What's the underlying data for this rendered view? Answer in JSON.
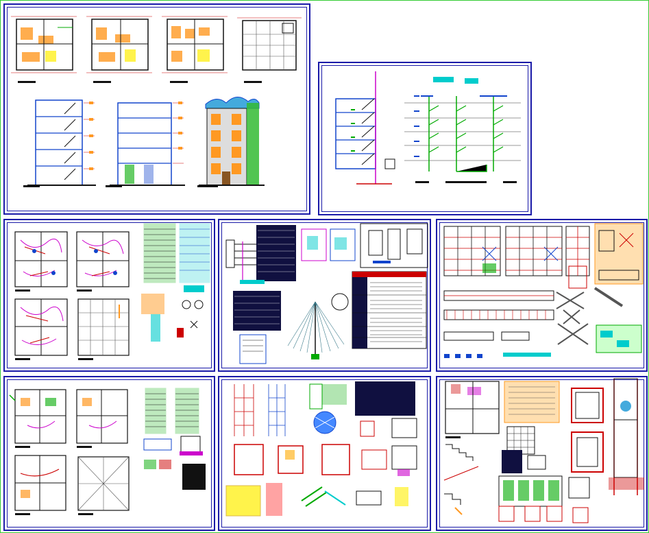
{
  "canvas": {
    "background": "#ffffff",
    "outer_border_color": "#33cc33"
  },
  "palette": {
    "sheet_border": "#1a1aa8",
    "wall": "#111111",
    "furniture": "#ff9922",
    "dimension": "#cc0000",
    "pipe_green": "#00aa00",
    "pipe_blue": "#1144cc",
    "magenta": "#cc00cc",
    "yellow": "#ffee00",
    "cyan": "#00cccc",
    "navy_table": "#101040"
  },
  "sheets": [
    {
      "id": "architecture-plans-sections"
    },
    {
      "id": "sanitary-riser-diagram"
    },
    {
      "id": "electrical-plans"
    },
    {
      "id": "electrical-schematic-details"
    },
    {
      "id": "structural-framing"
    },
    {
      "id": "sanitary-plans"
    },
    {
      "id": "plumbing-details"
    },
    {
      "id": "stair-water-tank-details"
    }
  ]
}
